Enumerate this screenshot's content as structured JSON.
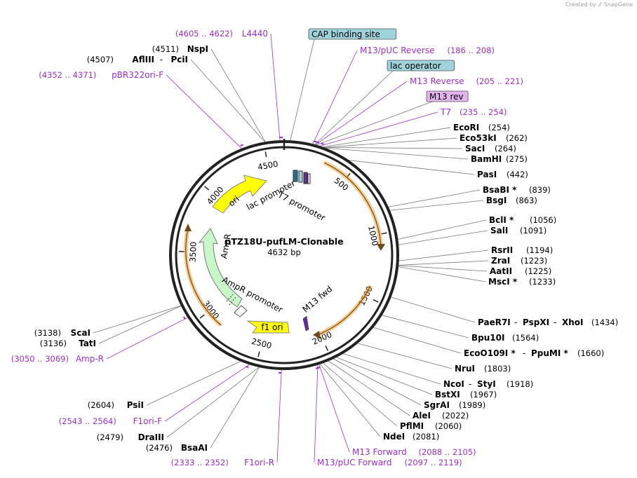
{
  "credit": {
    "prefix": "Created by",
    "brand": "SnapGene"
  },
  "plasmid": {
    "name": "pTZ18U-pufLM-Clonable",
    "size_label": "4632 bp",
    "length": 4632
  },
  "ticks": [
    "500",
    "1000",
    "1500",
    "2000",
    "2500",
    "3000",
    "3500",
    "4000",
    "4500"
  ],
  "colors": {
    "primer": "#9b2fc9",
    "ori": "#ffff00",
    "ampr": "#c8f7c8",
    "orf_outline": "#f0a030",
    "box_teal": "#9fd3dc",
    "box_purple": "#e4b4f0"
  },
  "features": {
    "ori": "ori",
    "ampr": "AmpR",
    "ampr_promoter": "AmpR promoter",
    "f1_ori": "f1 ori",
    "lac_promoter": "lac promoter",
    "t7_promoter": "T7 promoter",
    "m13_fwd": "M13 fwd"
  },
  "right_labels": [
    {
      "name": "CAP binding site",
      "box": "teal"
    },
    {
      "name": "M13/pUC Reverse",
      "pos": "(186 .. 208)",
      "type": "primer"
    },
    {
      "name": "lac operator",
      "box": "teal"
    },
    {
      "name": "M13 Reverse",
      "pos": "(205 .. 221)",
      "type": "primer"
    },
    {
      "name": "M13 rev",
      "box": "purple"
    },
    {
      "name": "T7",
      "pos": "(235 .. 254)",
      "type": "primer"
    },
    {
      "name": "EcoRI",
      "pos": "(254)"
    },
    {
      "name": "Eco53kI",
      "pos": "(262)"
    },
    {
      "name": "SacI",
      "pos": "(264)"
    },
    {
      "name": "BamHI",
      "pos": "(275)"
    },
    {
      "name": "PasI",
      "pos": "(442)"
    },
    {
      "name": "BsaBI *",
      "pos": "(839)"
    },
    {
      "name": "BsgI",
      "pos": "(863)"
    },
    {
      "name": "BclI *",
      "pos": "(1056)"
    },
    {
      "name": "SalI",
      "pos": "(1091)"
    },
    {
      "name": "RsrII",
      "pos": "(1194)"
    },
    {
      "name": "ZraI",
      "pos": "(1223)"
    },
    {
      "name": "AatII",
      "pos": "(1225)"
    },
    {
      "name": "MscI *",
      "pos": "(1233)"
    },
    {
      "name": "PaeR7I",
      "name2": "PspXI",
      "name3": "XhoI",
      "pos": "(1434)"
    },
    {
      "name": "Bpu10I",
      "pos": "(1564)"
    },
    {
      "name": "EcoO109I *",
      "name2": "PpuMI *",
      "pos": "(1660)"
    },
    {
      "name": "NruI",
      "pos": "(1803)"
    },
    {
      "name": "NcoI",
      "name2": "StyI",
      "pos": "(1918)"
    },
    {
      "name": "BstXI",
      "pos": "(1967)"
    },
    {
      "name": "SgrAI",
      "pos": "(1989)"
    },
    {
      "name": "AleI",
      "pos": "(2022)"
    },
    {
      "name": "PflMI",
      "pos": "(2060)"
    },
    {
      "name": "NdeI",
      "pos": "(2081)"
    },
    {
      "name": "M13 Forward",
      "pos": "(2088 .. 2105)",
      "type": "primer"
    },
    {
      "name": "M13/pUC Forward",
      "pos": "(2097 .. 2119)",
      "type": "primer"
    }
  ],
  "left_labels": [
    {
      "name": "L4440",
      "pos": "(4605 .. 4622)",
      "type": "primer"
    },
    {
      "name": "NspI",
      "pos": "(4511)"
    },
    {
      "name": "AflIII",
      "name2": "PciI",
      "pos": "(4507)"
    },
    {
      "name": "pBR322ori-F",
      "pos": "(4352 .. 4371)",
      "type": "primer"
    },
    {
      "name": "ScaI",
      "pos": "(3138)"
    },
    {
      "name": "TatI",
      "pos": "(3136)"
    },
    {
      "name": "Amp-R",
      "pos": "(3050 .. 3069)",
      "type": "primer"
    },
    {
      "name": "PsiI",
      "pos": "(2604)"
    },
    {
      "name": "F1ori-F",
      "pos": "(2543 .. 2564)",
      "type": "primer"
    },
    {
      "name": "DraIII",
      "pos": "(2479)"
    },
    {
      "name": "BsaAI",
      "pos": "(2476)"
    },
    {
      "name": "F1ori-R",
      "pos": "(2333 .. 2352)",
      "type": "primer"
    }
  ]
}
